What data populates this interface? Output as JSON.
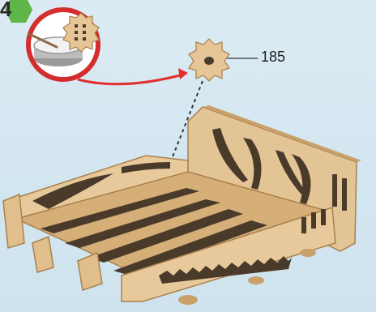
{
  "step": {
    "number": "4"
  },
  "part": {
    "label": "185"
  },
  "colors": {
    "step_badge": "#5fb548",
    "glue_ring": "#d42d2d",
    "arrow": "#e03030",
    "wood_light": "#e8c99b",
    "wood_mid": "#d5ae78",
    "wood_edge": "#a9804c",
    "cutout": "#4a3a2a",
    "background": "#d6e8f1"
  },
  "icons": [
    "glue-pot-icon",
    "gear-part-icon",
    "bed-model-illustration"
  ]
}
